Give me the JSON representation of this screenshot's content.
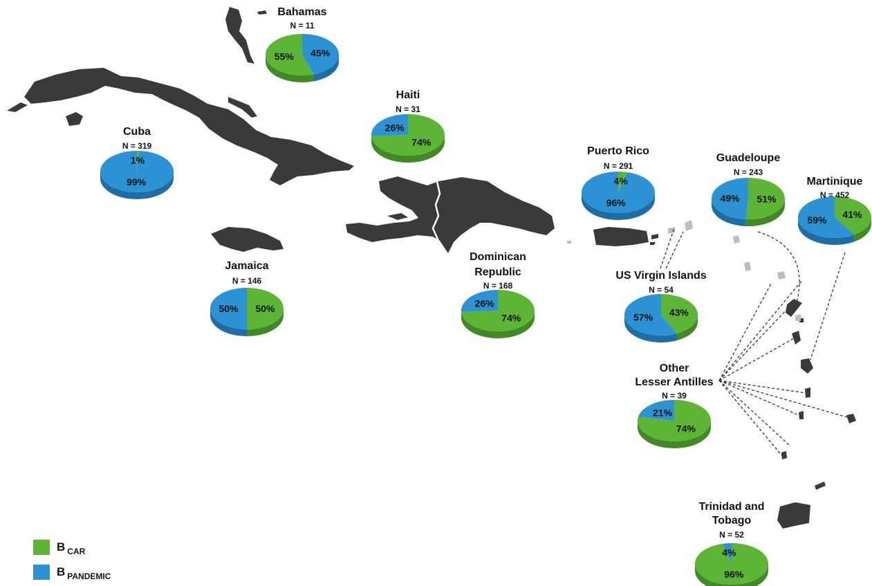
{
  "colors": {
    "b_car": "#5db535",
    "b_car_dark": "#3f8a22",
    "b_pandemic": "#2b93d3",
    "b_pandemic_dark": "#1b6fa6",
    "land": "#3a3a3a",
    "land_light": "#bdbdbd"
  },
  "legend": [
    {
      "main": "B",
      "sub": "CAR",
      "color": "#5db535"
    },
    {
      "main": "B",
      "sub": "PANDEMIC",
      "color": "#2b93d3"
    }
  ],
  "regions": [
    {
      "name": [
        "Bahamas"
      ],
      "n": "N = 11",
      "car": 55,
      "pandemic": 45,
      "car_label": "55%",
      "pandemic_label": "45%"
    },
    {
      "name": [
        "Haiti"
      ],
      "n": "N = 31",
      "car": 74,
      "pandemic": 26,
      "car_label": "74%",
      "pandemic_label": "26%"
    },
    {
      "name": [
        "Cuba"
      ],
      "n": "N = 319",
      "car": 1,
      "pandemic": 99,
      "car_label": "1%",
      "pandemic_label": "99%"
    },
    {
      "name": [
        "Puerto Rico"
      ],
      "n": "N = 291",
      "car": 4,
      "pandemic": 96,
      "car_label": "4%",
      "pandemic_label": "96%"
    },
    {
      "name": [
        "Guadeloupe"
      ],
      "n": "N = 243",
      "car": 51,
      "pandemic": 49,
      "car_label": "51%",
      "pandemic_label": "49%"
    },
    {
      "name": [
        "Martinique"
      ],
      "n": "N = 452",
      "car": 41,
      "pandemic": 59,
      "car_label": "41%",
      "pandemic_label": "59%"
    },
    {
      "name": [
        "Jamaica"
      ],
      "n": "N = 146",
      "car": 50,
      "pandemic": 50,
      "car_label": "50%",
      "pandemic_label": "50%"
    },
    {
      "name": [
        "Dominican",
        "Republic"
      ],
      "n": "N = 168",
      "car": 74,
      "pandemic": 26,
      "car_label": "74%",
      "pandemic_label": "26%"
    },
    {
      "name": [
        "US Virgin Islands"
      ],
      "n": "N = 54",
      "car": 43,
      "pandemic": 57,
      "car_label": "43%",
      "pandemic_label": "57%"
    },
    {
      "name": [
        "Other",
        "Lesser Antilles"
      ],
      "n": "N = 39",
      "car": 74,
      "pandemic": 21,
      "car_label": "74%",
      "pandemic_label": "21%"
    },
    {
      "name": [
        "Trinidad and",
        "Tobago"
      ],
      "n": "N = 52",
      "car": 96,
      "pandemic": 4,
      "car_label": "96%",
      "pandemic_label": "4%"
    }
  ]
}
